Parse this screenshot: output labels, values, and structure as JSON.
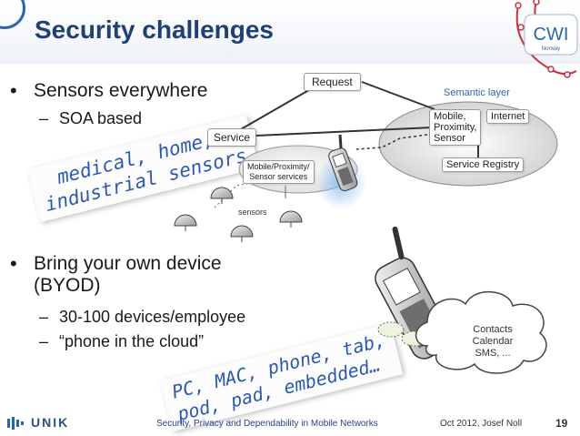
{
  "slide": {
    "title": "Security challenges",
    "bullets": [
      {
        "text": "Sensors everywhere",
        "subs": [
          "SOA based"
        ]
      },
      {
        "text": "Bring your own device",
        "text2": "(BYOD)",
        "subs": [
          "30-100 devices/employee",
          "“phone in the cloud”"
        ]
      }
    ],
    "bullet_glyph": "•",
    "sub_glyph": "–",
    "note1": [
      "medical, home,",
      "industrial sensors"
    ],
    "note2": [
      "PC, MAC, phone, tab,",
      "pod, pad, embedded…"
    ]
  },
  "diagram": {
    "request": "Request",
    "service": "Service",
    "semantic_layer": "Semantic layer",
    "mobile": [
      "Mobile,",
      "Proximity,",
      "Sensor"
    ],
    "internet": "Internet",
    "service_registry": "Service Registry",
    "mps_services": [
      "Mobile/Proximity/",
      "Sensor services"
    ],
    "sensors": "sensors",
    "contacts": [
      "Contacts",
      "Calendar",
      "SMS, ..."
    ]
  },
  "logo": {
    "name": "CWI",
    "country": "Norway"
  },
  "footer": {
    "brand": "UNIK",
    "center": "Security, Privacy and Dependability in Mobile Networks",
    "date": "Oct 2012, Josef Noll",
    "page": "19"
  },
  "colors": {
    "title": "#1f3f77",
    "accent": "#2a66b0",
    "handwriting": "#2b58b8",
    "glow": "#7bb4f3"
  }
}
